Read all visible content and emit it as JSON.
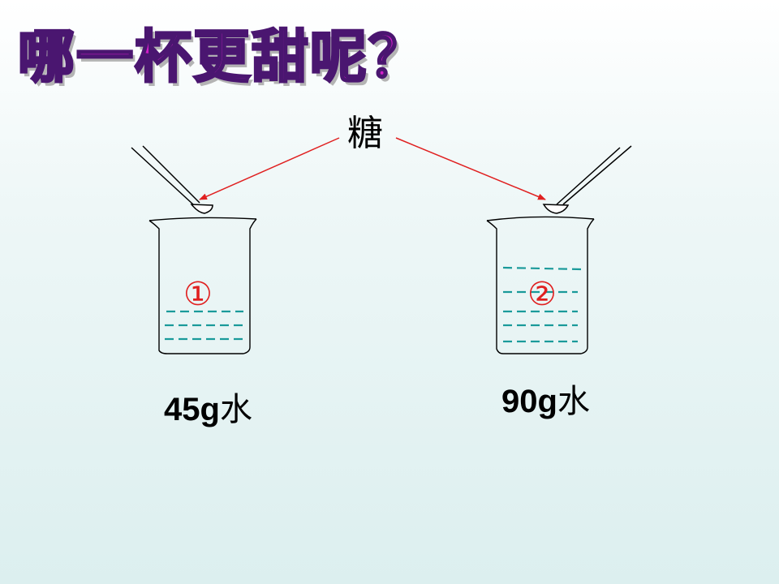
{
  "title": "哪一杯更甜呢？",
  "sugar_label": "糖",
  "beakers": [
    {
      "number": "①",
      "mass": "45g",
      "substance": "水"
    },
    {
      "number": "②",
      "mass": "90g",
      "substance": "水"
    }
  ],
  "colors": {
    "title_fill": "#d21ec8",
    "title_outline": "#4a1670",
    "arrow": "#e02020",
    "water": "#1a9a9a"
  }
}
